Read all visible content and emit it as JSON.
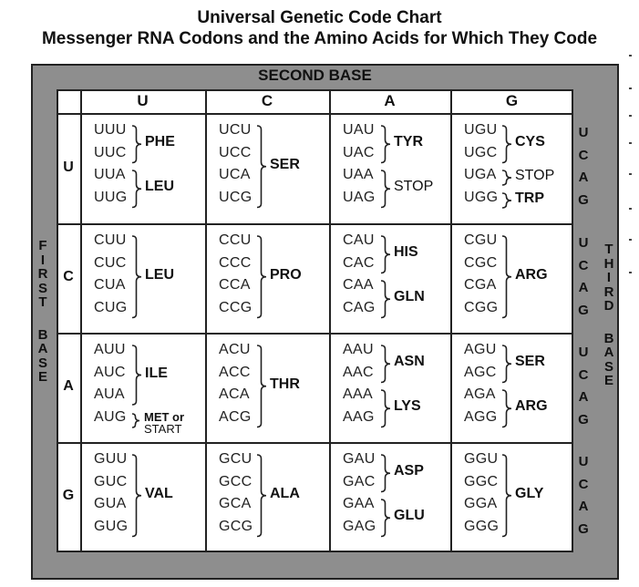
{
  "title": "Universal Genetic Code Chart",
  "subtitle": "Messenger RNA Codons and the Amino Acids for Which They Code",
  "second_base_label": "SECOND BASE",
  "first_base_label": "FIRST BASE",
  "third_base_label": "THIRD BASE",
  "bases": [
    "U",
    "C",
    "A",
    "G"
  ],
  "rows": [
    {
      "first": "U",
      "cells": [
        {
          "codons": [
            "UUU",
            "UUC",
            "UUA",
            "UUG"
          ],
          "groups": [
            {
              "aa": "PHE",
              "rows": [
                0,
                1
              ]
            },
            {
              "aa": "LEU",
              "rows": [
                2,
                3
              ]
            }
          ]
        },
        {
          "codons": [
            "UCU",
            "UCC",
            "UCA",
            "UCG"
          ],
          "groups": [
            {
              "aa": "SER",
              "rows": [
                0,
                3
              ]
            }
          ]
        },
        {
          "codons": [
            "UAU",
            "UAC",
            "UAA",
            "UAG"
          ],
          "groups": [
            {
              "aa": "TYR",
              "rows": [
                0,
                1
              ]
            },
            {
              "aa": "STOP",
              "rows": [
                2,
                3
              ]
            }
          ]
        },
        {
          "codons": [
            "UGU",
            "UGC",
            "UGA",
            "UGG"
          ],
          "groups": [
            {
              "aa": "CYS",
              "rows": [
                0,
                1
              ]
            },
            {
              "aa": "STOP",
              "rows": [
                2,
                2
              ]
            },
            {
              "aa": "TRP",
              "rows": [
                3,
                3
              ]
            }
          ]
        }
      ]
    },
    {
      "first": "C",
      "cells": [
        {
          "codons": [
            "CUU",
            "CUC",
            "CUA",
            "CUG"
          ],
          "groups": [
            {
              "aa": "LEU",
              "rows": [
                0,
                3
              ]
            }
          ]
        },
        {
          "codons": [
            "CCU",
            "CCC",
            "CCA",
            "CCG"
          ],
          "groups": [
            {
              "aa": "PRO",
              "rows": [
                0,
                3
              ]
            }
          ]
        },
        {
          "codons": [
            "CAU",
            "CAC",
            "CAA",
            "CAG"
          ],
          "groups": [
            {
              "aa": "HIS",
              "rows": [
                0,
                1
              ]
            },
            {
              "aa": "GLN",
              "rows": [
                2,
                3
              ]
            }
          ]
        },
        {
          "codons": [
            "CGU",
            "CGC",
            "CGA",
            "CGG"
          ],
          "groups": [
            {
              "aa": "ARG",
              "rows": [
                0,
                3
              ]
            }
          ]
        }
      ]
    },
    {
      "first": "A",
      "cells": [
        {
          "codons": [
            "AUU",
            "AUC",
            "AUA",
            "AUG"
          ],
          "groups": [
            {
              "aa": "ILE",
              "rows": [
                0,
                2
              ]
            }
          ],
          "extra": {
            "line1": "MET or",
            "line2": "START"
          }
        },
        {
          "codons": [
            "ACU",
            "ACC",
            "ACA",
            "ACG"
          ],
          "groups": [
            {
              "aa": "THR",
              "rows": [
                0,
                3
              ]
            }
          ]
        },
        {
          "codons": [
            "AAU",
            "AAC",
            "AAA",
            "AAG"
          ],
          "groups": [
            {
              "aa": "ASN",
              "rows": [
                0,
                1
              ]
            },
            {
              "aa": "LYS",
              "rows": [
                2,
                3
              ]
            }
          ]
        },
        {
          "codons": [
            "AGU",
            "AGC",
            "AGA",
            "AGG"
          ],
          "groups": [
            {
              "aa": "SER",
              "rows": [
                0,
                1
              ]
            },
            {
              "aa": "ARG",
              "rows": [
                2,
                3
              ]
            }
          ]
        }
      ]
    },
    {
      "first": "G",
      "cells": [
        {
          "codons": [
            "GUU",
            "GUC",
            "GUA",
            "GUG"
          ],
          "groups": [
            {
              "aa": "VAL",
              "rows": [
                0,
                3
              ]
            }
          ]
        },
        {
          "codons": [
            "GCU",
            "GCC",
            "GCA",
            "GCG"
          ],
          "groups": [
            {
              "aa": "ALA",
              "rows": [
                0,
                3
              ]
            }
          ]
        },
        {
          "codons": [
            "GAU",
            "GAC",
            "GAA",
            "GAG"
          ],
          "groups": [
            {
              "aa": "ASP",
              "rows": [
                0,
                1
              ]
            },
            {
              "aa": "GLU",
              "rows": [
                2,
                3
              ]
            }
          ]
        },
        {
          "codons": [
            "GGU",
            "GGC",
            "GGA",
            "GGG"
          ],
          "groups": [
            {
              "aa": "GLY",
              "rows": [
                0,
                3
              ]
            }
          ]
        }
      ]
    }
  ]
}
